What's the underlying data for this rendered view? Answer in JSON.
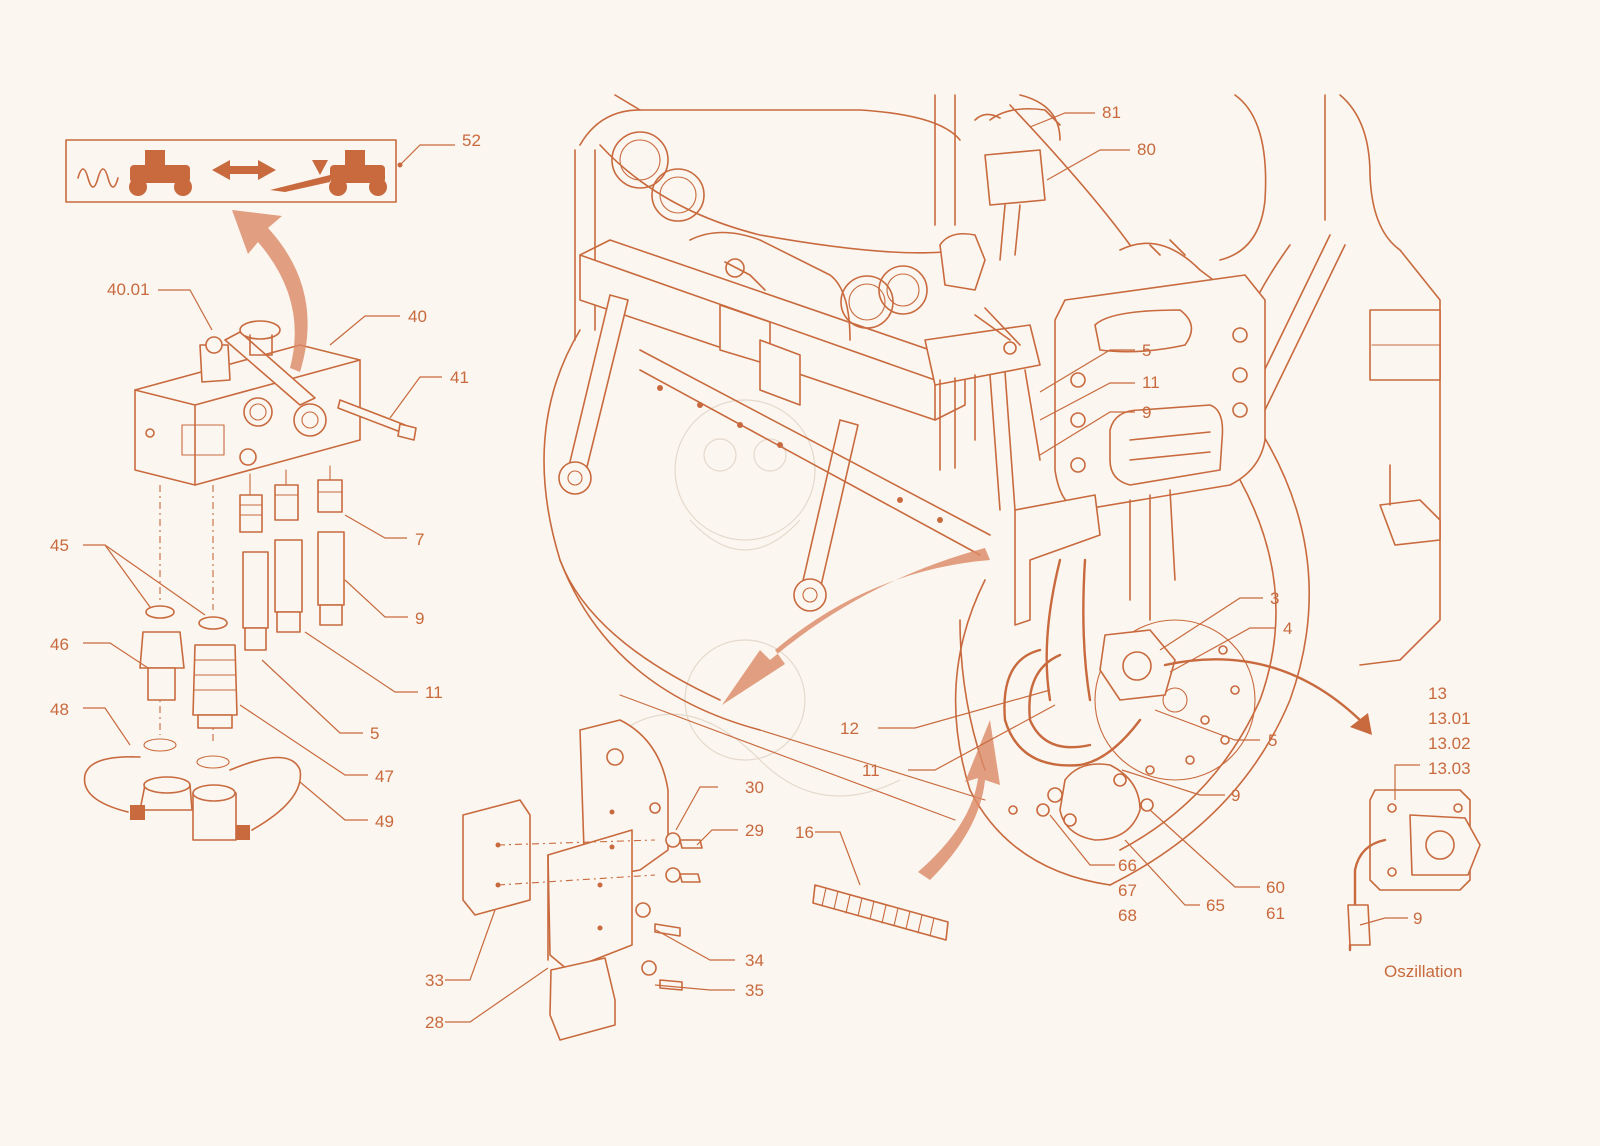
{
  "colors": {
    "line": "#c86a3e",
    "arrow": "#dc8a68",
    "background": "#fbf6ef"
  },
  "caption": "Oszillation",
  "labels": {
    "l81": "81",
    "l80": "80",
    "l52": "52",
    "l40_01": "40.01",
    "l40": "40",
    "l41": "41",
    "l7": "7",
    "l9a": "9",
    "l11a": "11",
    "l5a": "5",
    "l45": "45",
    "l46": "46",
    "l47": "47",
    "l48": "48",
    "l49": "49",
    "l5b": "5",
    "l11b": "11",
    "l9b": "9",
    "l3": "3",
    "l4": "4",
    "l12": "12",
    "l5c": "5",
    "l11c": "11",
    "l9c": "9",
    "l66": "66",
    "l67": "67",
    "l68": "68",
    "l65": "65",
    "l60": "60",
    "l61": "61",
    "l30": "30",
    "l29": "29",
    "l16": "16",
    "l34": "34",
    "l35": "35",
    "l33": "33",
    "l28": "28",
    "l13": "13",
    "l13_01": "13.01",
    "l13_02": "13.02",
    "l13_03": "13.03",
    "l9d": "9"
  },
  "icons": {
    "vibration": "vibration-wave-icon",
    "roller_left": "roller-vehicle-icon",
    "swap": "double-arrow-icon",
    "roller_right": "roller-spreader-icon"
  }
}
